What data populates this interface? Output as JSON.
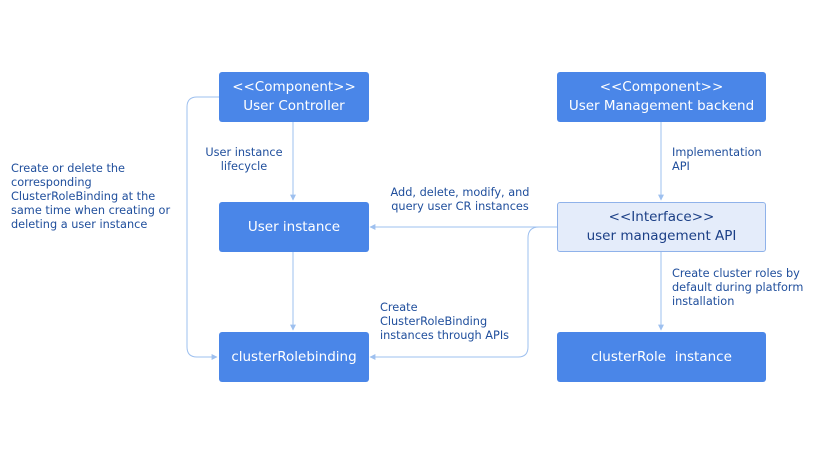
{
  "boxes": {
    "user_controller": {
      "stereotype": "<<Component>>",
      "name": "User Controller"
    },
    "user_mgmt_backend": {
      "stereotype": "<<Component>>",
      "name": "User Management backend"
    },
    "user_instance": {
      "name": "User instance"
    },
    "user_mgmt_api": {
      "stereotype": "<<Interface>>",
      "name": "user management API"
    },
    "cluster_rolebinding": {
      "name": "clusterRolebinding"
    },
    "cluster_role_instance": {
      "name": "clusterRole  instance"
    }
  },
  "labels": {
    "lifecycle": [
      "User instance",
      "lifecycle"
    ],
    "implementation": [
      "Implementation",
      "API"
    ],
    "crud": [
      "Add, delete, modify, and",
      "query user CR instances"
    ],
    "create_crb": [
      "Create",
      "ClusterRoleBinding",
      "instances through APIs"
    ],
    "create_roles": [
      "Create cluster roles by",
      "default during platform",
      "installation"
    ],
    "side_note": [
      "Create or delete the",
      "corresponding",
      "ClusterRoleBinding at the",
      "same time when creating or",
      "deleting a user instance"
    ]
  },
  "colors": {
    "box_fill": "#4a86e8",
    "interface_fill": "#e4ecfa",
    "line": "#9ec0ef",
    "label_text": "#1f4e9c"
  }
}
